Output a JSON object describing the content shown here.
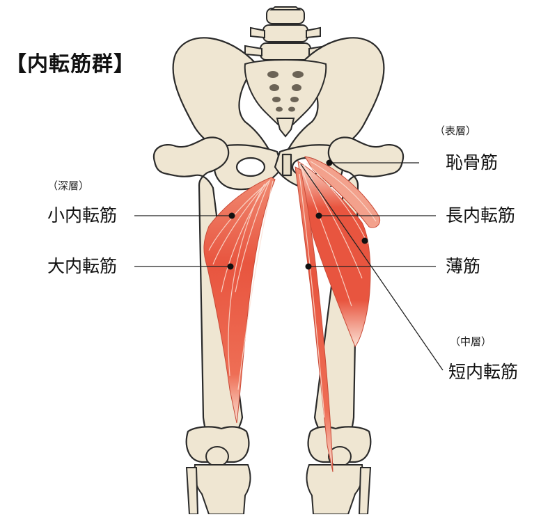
{
  "title": "【内転筋群】",
  "layers": {
    "deep": "（深層）",
    "superficial": "（表層）",
    "middle": "（中層）"
  },
  "muscles": {
    "adductor_minimus": "小内転筋",
    "adductor_magnus": "大内転筋",
    "pectineus": "恥骨筋",
    "adductor_longus": "長内転筋",
    "gracilis": "薄筋",
    "adductor_brevis": "短内転筋"
  },
  "colors": {
    "bone": "#efe6d2",
    "bone_outline": "#2a2a2a",
    "muscle": "#e8553f",
    "muscle_light": "#f7b9a4",
    "leader_line": "#222222"
  }
}
